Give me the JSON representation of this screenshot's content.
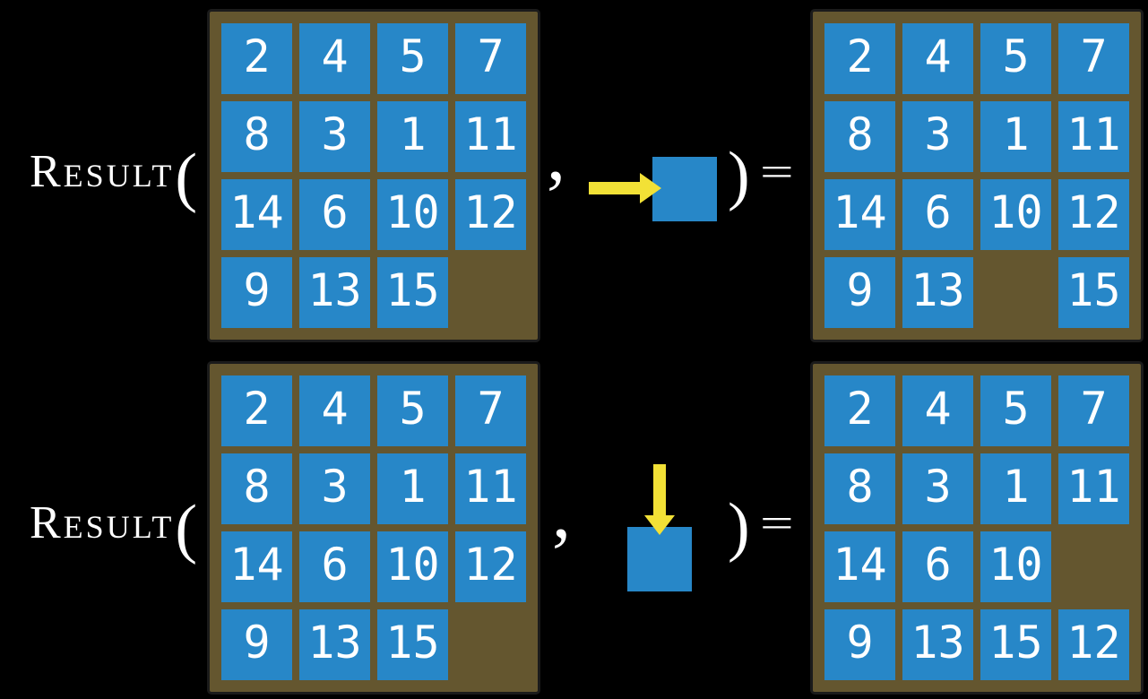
{
  "colors": {
    "background": "#000000",
    "tile_blue": "#2787C8",
    "board_brown": "#64562F",
    "board_border": "#1B1B1B",
    "arrow_yellow": "#F2E136",
    "text_white": "#FFFFFF"
  },
  "rows": [
    {
      "function_name": "Result",
      "open_paren": "(",
      "comma": ",",
      "close_paren": ")",
      "equals": "=",
      "action": {
        "icon": "arrow-right-icon",
        "direction": "right"
      },
      "input_grid": [
        [
          "2",
          "4",
          "5",
          "7"
        ],
        [
          "8",
          "3",
          "1",
          "11"
        ],
        [
          "14",
          "6",
          "10",
          "12"
        ],
        [
          "9",
          "13",
          "15",
          ""
        ]
      ],
      "output_grid": [
        [
          "2",
          "4",
          "5",
          "7"
        ],
        [
          "8",
          "3",
          "1",
          "11"
        ],
        [
          "14",
          "6",
          "10",
          "12"
        ],
        [
          "9",
          "13",
          "",
          "15"
        ]
      ]
    },
    {
      "function_name": "Result",
      "open_paren": "(",
      "comma": ",",
      "close_paren": ")",
      "equals": "=",
      "action": {
        "icon": "arrow-down-icon",
        "direction": "down"
      },
      "input_grid": [
        [
          "2",
          "4",
          "5",
          "7"
        ],
        [
          "8",
          "3",
          "1",
          "11"
        ],
        [
          "14",
          "6",
          "10",
          "12"
        ],
        [
          "9",
          "13",
          "15",
          ""
        ]
      ],
      "output_grid": [
        [
          "2",
          "4",
          "5",
          "7"
        ],
        [
          "8",
          "3",
          "1",
          "11"
        ],
        [
          "14",
          "6",
          "10",
          ""
        ],
        [
          "9",
          "13",
          "15",
          "12"
        ]
      ]
    }
  ]
}
